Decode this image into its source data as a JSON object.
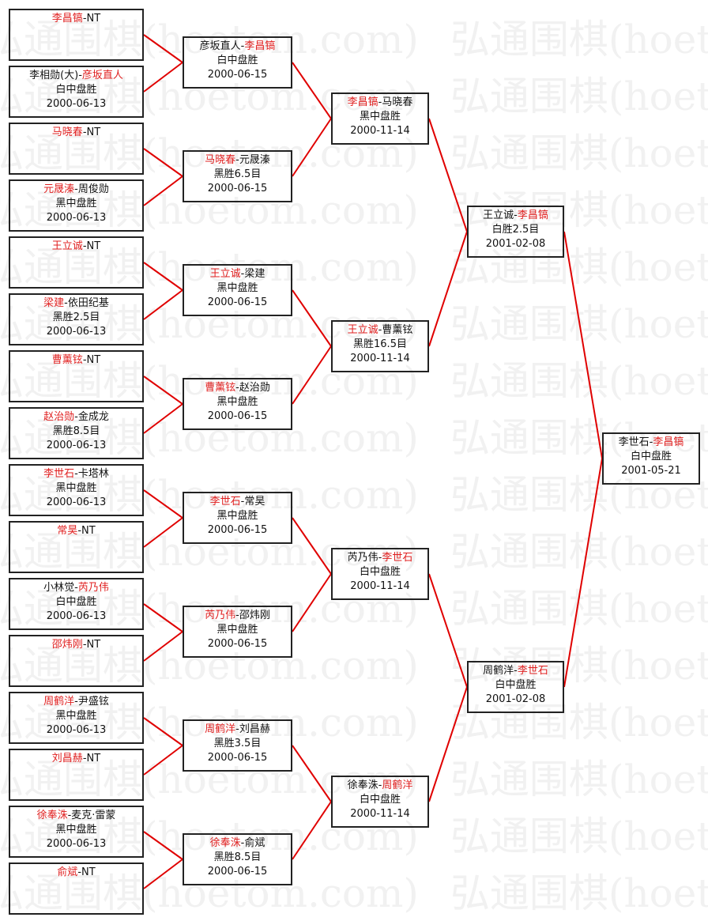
{
  "watermark": "弘通围棋(hoetom.com)",
  "colors": {
    "winner": "#e02020",
    "line": "#e00000",
    "border": "#222222"
  },
  "rounds": [
    [
      {
        "a": "李昌镐",
        "b": "NT",
        "winner": 0,
        "result": "",
        "date": ""
      },
      {
        "a": "李相勋(大)",
        "b": "彦坂直人",
        "winner": 1,
        "result": "白中盘胜",
        "date": "2000-06-13"
      },
      {
        "a": "马晓春",
        "b": "NT",
        "winner": 0,
        "result": "",
        "date": ""
      },
      {
        "a": "元晟溱",
        "b": "周俊勋",
        "winner": 0,
        "result": "黑中盘胜",
        "date": "2000-06-13"
      },
      {
        "a": "王立诚",
        "b": "NT",
        "winner": 0,
        "result": "",
        "date": ""
      },
      {
        "a": "梁建",
        "b": "依田纪基",
        "winner": 0,
        "result": "黑胜2.5目",
        "date": "2000-06-13"
      },
      {
        "a": "曹薰铉",
        "b": "NT",
        "winner": 0,
        "result": "",
        "date": ""
      },
      {
        "a": "赵治勋",
        "b": "金成龙",
        "winner": 0,
        "result": "黑胜8.5目",
        "date": "2000-06-13"
      },
      {
        "a": "李世石",
        "b": "卡塔林",
        "winner": 0,
        "result": "黑中盘胜",
        "date": "2000-06-13"
      },
      {
        "a": "常昊",
        "b": "NT",
        "winner": 0,
        "result": "",
        "date": ""
      },
      {
        "a": "小林觉",
        "b": "芮乃伟",
        "winner": 1,
        "result": "白中盘胜",
        "date": "2000-06-13"
      },
      {
        "a": "邵炜刚",
        "b": "NT",
        "winner": 0,
        "result": "",
        "date": ""
      },
      {
        "a": "周鹤洋",
        "b": "尹盛铉",
        "winner": 0,
        "result": "黑中盘胜",
        "date": "2000-06-13"
      },
      {
        "a": "刘昌赫",
        "b": "NT",
        "winner": 0,
        "result": "",
        "date": ""
      },
      {
        "a": "徐奉洙",
        "b": "麦克·雷蒙",
        "winner": 0,
        "result": "黑中盘胜",
        "date": "2000-06-13"
      },
      {
        "a": "俞斌",
        "b": "NT",
        "winner": 0,
        "result": "",
        "date": ""
      }
    ],
    [
      {
        "a": "彦坂直人",
        "b": "李昌镐",
        "winner": 1,
        "result": "白中盘胜",
        "date": "2000-06-15"
      },
      {
        "a": "马晓春",
        "b": "元晟溱",
        "winner": 0,
        "result": "黑胜6.5目",
        "date": "2000-06-15"
      },
      {
        "a": "王立诚",
        "b": "梁建",
        "winner": 0,
        "result": "黑中盘胜",
        "date": "2000-06-15"
      },
      {
        "a": "曹薰铉",
        "b": "赵治勋",
        "winner": 0,
        "result": "黑中盘胜",
        "date": "2000-06-15"
      },
      {
        "a": "李世石",
        "b": "常昊",
        "winner": 0,
        "result": "黑中盘胜",
        "date": "2000-06-15"
      },
      {
        "a": "芮乃伟",
        "b": "邵炜刚",
        "winner": 0,
        "result": "黑中盘胜",
        "date": "2000-06-15"
      },
      {
        "a": "周鹤洋",
        "b": "刘昌赫",
        "winner": 0,
        "result": "黑胜3.5目",
        "date": "2000-06-15"
      },
      {
        "a": "徐奉洙",
        "b": "俞斌",
        "winner": 0,
        "result": "黑胜8.5目",
        "date": "2000-06-15"
      }
    ],
    [
      {
        "a": "李昌镐",
        "b": "马晓春",
        "winner": 0,
        "result": "黑中盘胜",
        "date": "2000-11-14"
      },
      {
        "a": "王立诚",
        "b": "曹薰铉",
        "winner": 0,
        "result": "黑胜16.5目",
        "date": "2000-11-14"
      },
      {
        "a": "芮乃伟",
        "b": "李世石",
        "winner": 1,
        "result": "白中盘胜",
        "date": "2000-11-14"
      },
      {
        "a": "徐奉洙",
        "b": "周鹤洋",
        "winner": 1,
        "result": "白中盘胜",
        "date": "2000-11-14"
      }
    ],
    [
      {
        "a": "王立诚",
        "b": "李昌镐",
        "winner": 1,
        "result": "白胜2.5目",
        "date": "2001-02-08"
      },
      {
        "a": "周鹤洋",
        "b": "李世石",
        "winner": 1,
        "result": "白中盘胜",
        "date": "2001-02-08"
      }
    ],
    [
      {
        "a": "李世石",
        "b": "李昌镐",
        "winner": 1,
        "result": "白中盘胜",
        "date": "2001-05-21"
      }
    ]
  ]
}
